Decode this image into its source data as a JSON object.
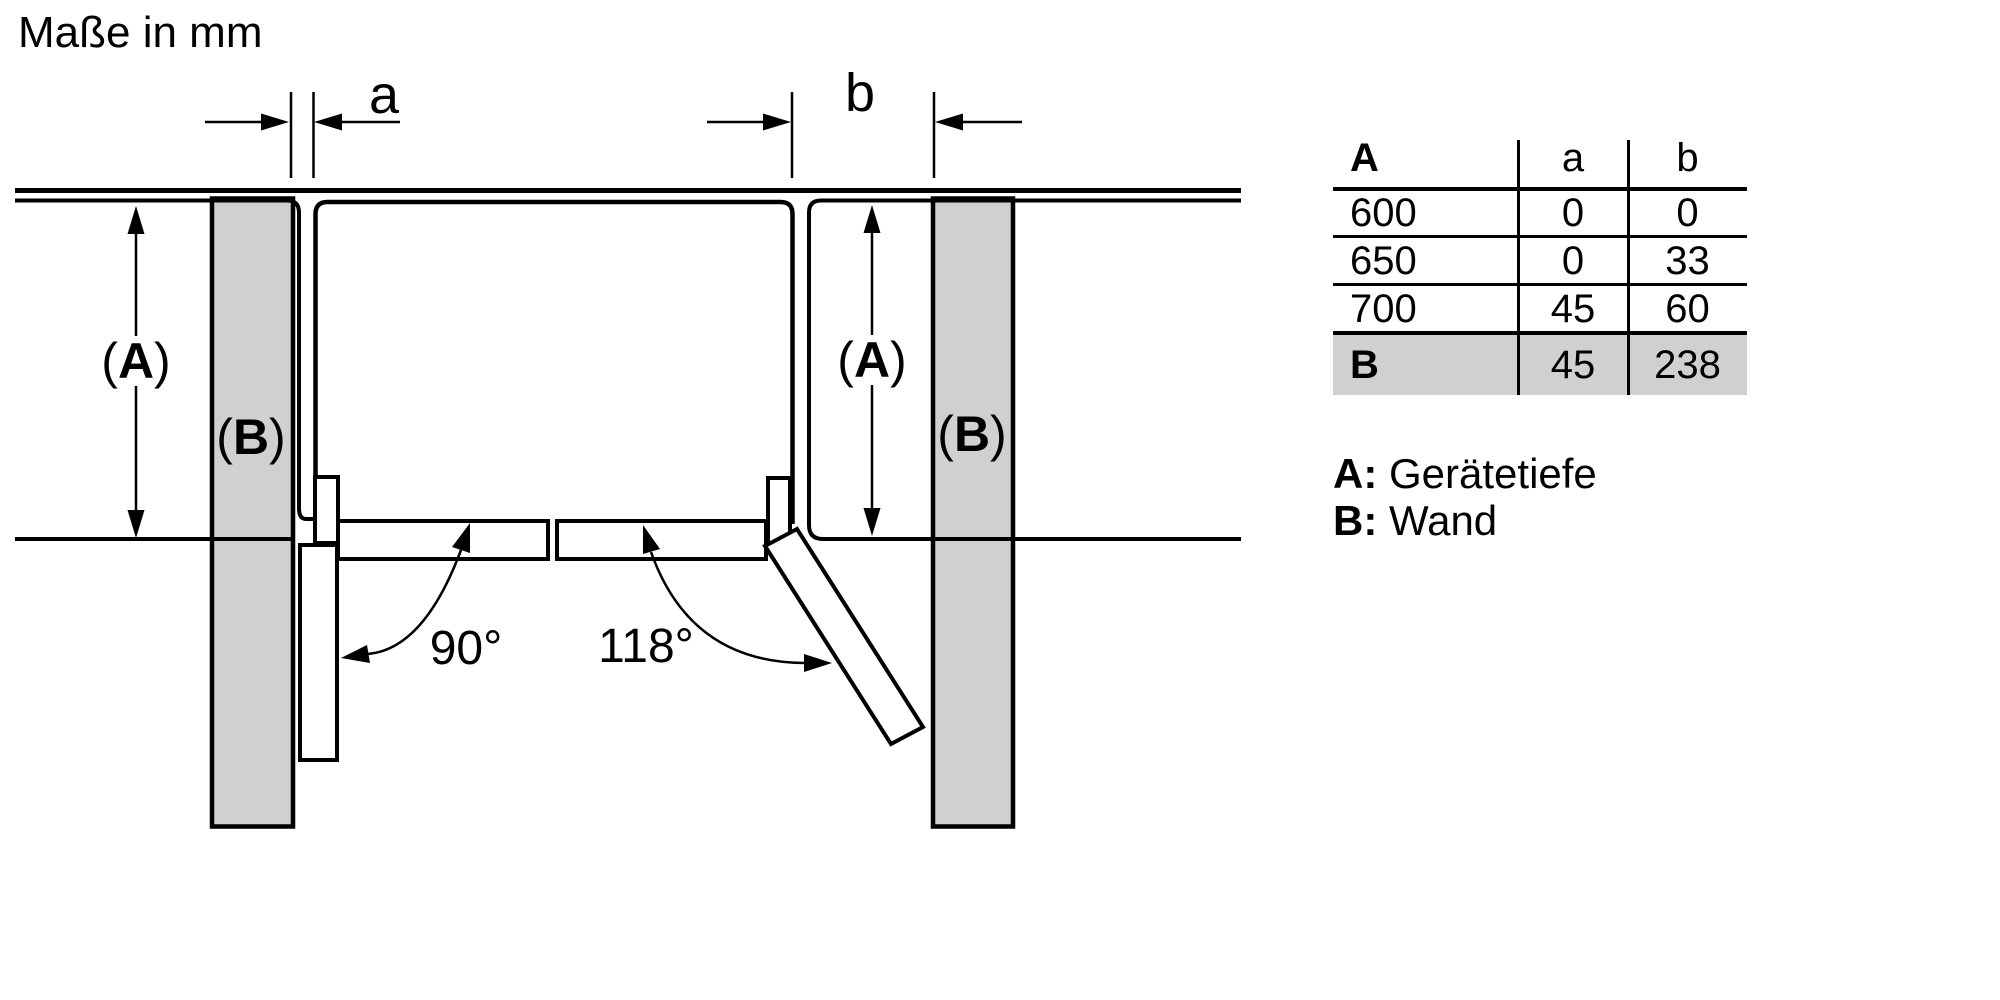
{
  "title": "Maße in mm",
  "diagram": {
    "paren_open": "(",
    "paren_close": ")",
    "depth_letter": "A",
    "wall_letter": "B",
    "gap_left_label": "a",
    "gap_right_label": "b",
    "angle_left": "90°",
    "angle_right": "118°"
  },
  "table": {
    "header": {
      "col1": "A",
      "col2": "a",
      "col3": "b"
    },
    "rows": [
      {
        "col1": "600",
        "col2": "0",
        "col3": "0"
      },
      {
        "col1": "650",
        "col2": "0",
        "col3": "33"
      },
      {
        "col1": "700",
        "col2": "45",
        "col3": "60"
      },
      {
        "col1": "B",
        "col2": "45",
        "col3": "238"
      }
    ]
  },
  "legend": [
    {
      "key": "A:",
      "label": "Gerätetiefe"
    },
    {
      "key": "B:",
      "label": "Wand"
    }
  ],
  "colors": {
    "line": "#000000",
    "wall_fill": "#d0d0d0",
    "highlight_row": "#d0d0d0"
  }
}
